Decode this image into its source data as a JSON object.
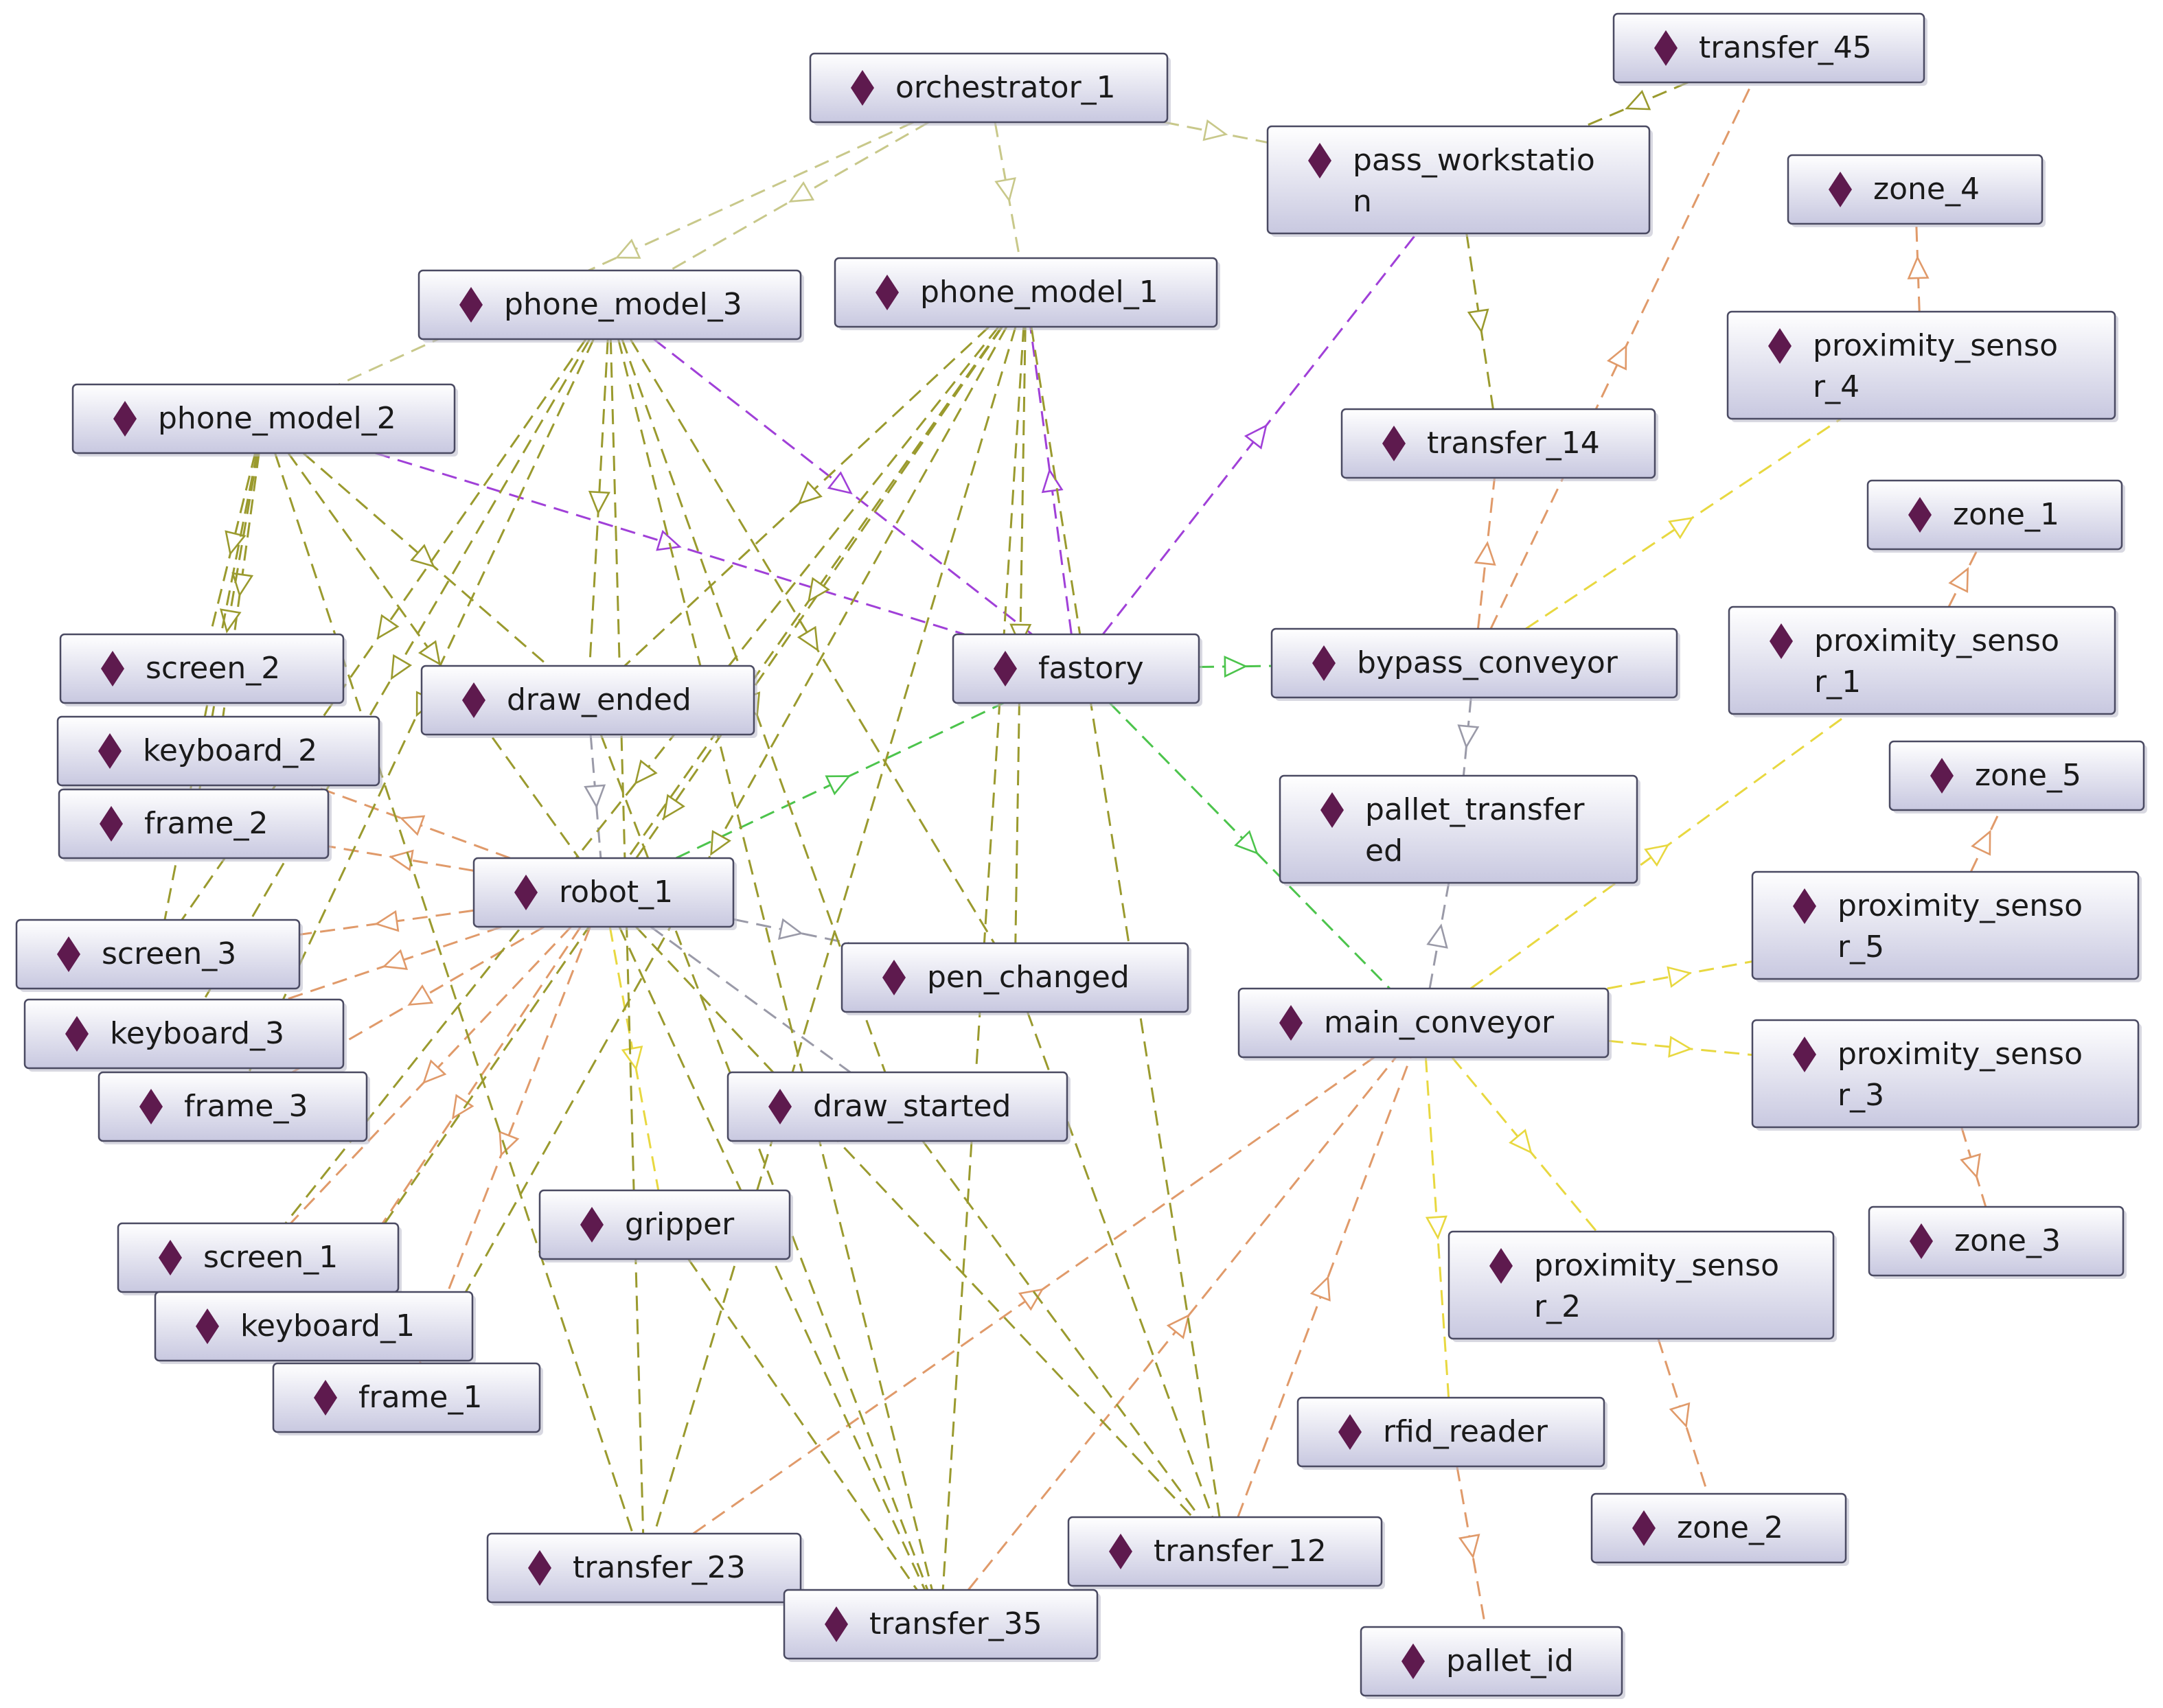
{
  "colors": {
    "node_fill_top": "#ffffff",
    "node_fill_bottom": "#c8c8e0",
    "node_border": "#4a4a62",
    "node_icon": "#5e1a4e",
    "edge_olive": "#9a9a2e",
    "edge_light_olive": "#c8c88a",
    "edge_orange": "#e09a6a",
    "edge_purple": "#a040d8",
    "edge_green": "#4cc44c",
    "edge_gray": "#9a9aa8",
    "edge_yellow": "#e8d840"
  },
  "icon": "diamond-icon",
  "nodes": [
    {
      "id": "orchestrator_1",
      "lines": [
        "orchestrator_1"
      ]
    },
    {
      "id": "transfer_45",
      "lines": [
        "transfer_45"
      ]
    },
    {
      "id": "pass_workstation",
      "lines": [
        "pass_workstatio",
        "n"
      ]
    },
    {
      "id": "zone_4",
      "lines": [
        "zone_4"
      ]
    },
    {
      "id": "phone_model_3",
      "lines": [
        "phone_model_3"
      ]
    },
    {
      "id": "phone_model_1",
      "lines": [
        "phone_model_1"
      ]
    },
    {
      "id": "proximity_sensor_4",
      "lines": [
        "proximity_senso",
        "r_4"
      ]
    },
    {
      "id": "phone_model_2",
      "lines": [
        "phone_model_2"
      ]
    },
    {
      "id": "transfer_14",
      "lines": [
        "transfer_14"
      ]
    },
    {
      "id": "zone_1",
      "lines": [
        "zone_1"
      ]
    },
    {
      "id": "proximity_sensor_1",
      "lines": [
        "proximity_senso",
        "r_1"
      ]
    },
    {
      "id": "screen_2",
      "lines": [
        "screen_2"
      ]
    },
    {
      "id": "fastory",
      "lines": [
        "fastory"
      ]
    },
    {
      "id": "bypass_conveyor",
      "lines": [
        "bypass_conveyor"
      ]
    },
    {
      "id": "draw_ended",
      "lines": [
        "draw_ended"
      ]
    },
    {
      "id": "keyboard_2",
      "lines": [
        "keyboard_2"
      ]
    },
    {
      "id": "zone_5",
      "lines": [
        "zone_5"
      ]
    },
    {
      "id": "pallet_transfered",
      "lines": [
        "pallet_transfer",
        "ed"
      ]
    },
    {
      "id": "frame_2",
      "lines": [
        "frame_2"
      ]
    },
    {
      "id": "robot_1",
      "lines": [
        "robot_1"
      ]
    },
    {
      "id": "proximity_sensor_5",
      "lines": [
        "proximity_senso",
        "r_5"
      ]
    },
    {
      "id": "screen_3",
      "lines": [
        "screen_3"
      ]
    },
    {
      "id": "pen_changed",
      "lines": [
        "pen_changed"
      ]
    },
    {
      "id": "main_conveyor",
      "lines": [
        "main_conveyor"
      ]
    },
    {
      "id": "keyboard_3",
      "lines": [
        "keyboard_3"
      ]
    },
    {
      "id": "proximity_sensor_3",
      "lines": [
        "proximity_senso",
        "r_3"
      ]
    },
    {
      "id": "frame_3",
      "lines": [
        "frame_3"
      ]
    },
    {
      "id": "draw_started",
      "lines": [
        "draw_started"
      ]
    },
    {
      "id": "gripper",
      "lines": [
        "gripper"
      ]
    },
    {
      "id": "zone_3",
      "lines": [
        "zone_3"
      ]
    },
    {
      "id": "screen_1",
      "lines": [
        "screen_1"
      ]
    },
    {
      "id": "proximity_sensor_2",
      "lines": [
        "proximity_senso",
        "r_2"
      ]
    },
    {
      "id": "keyboard_1",
      "lines": [
        "keyboard_1"
      ]
    },
    {
      "id": "frame_1",
      "lines": [
        "frame_1"
      ]
    },
    {
      "id": "rfid_reader",
      "lines": [
        "rfid_reader"
      ]
    },
    {
      "id": "zone_2",
      "lines": [
        "zone_2"
      ]
    },
    {
      "id": "transfer_23",
      "lines": [
        "transfer_23"
      ]
    },
    {
      "id": "transfer_12",
      "lines": [
        "transfer_12"
      ]
    },
    {
      "id": "transfer_35",
      "lines": [
        "transfer_35"
      ]
    },
    {
      "id": "pallet_id",
      "lines": [
        "pallet_id"
      ]
    }
  ],
  "edges": [
    {
      "from": "orchestrator_1",
      "to": "pass_workstation",
      "color": "light_olive",
      "arrow": true
    },
    {
      "from": "orchestrator_1",
      "to": "phone_model_3",
      "color": "light_olive",
      "arrow": true
    },
    {
      "from": "orchestrator_1",
      "to": "phone_model_2",
      "color": "light_olive",
      "arrow": true
    },
    {
      "from": "orchestrator_1",
      "to": "phone_model_1",
      "color": "light_olive",
      "arrow": true
    },
    {
      "from": "transfer_45",
      "to": "pass_workstation",
      "color": "olive",
      "arrow": true
    },
    {
      "from": "pass_workstation",
      "to": "transfer_14",
      "color": "olive",
      "arrow": true
    },
    {
      "from": "fastory",
      "to": "pass_workstation",
      "color": "purple",
      "arrow": true
    },
    {
      "from": "phone_model_3",
      "to": "fastory",
      "color": "purple",
      "arrow": true
    },
    {
      "from": "phone_model_2",
      "to": "fastory",
      "color": "purple",
      "arrow": true
    },
    {
      "from": "fastory",
      "to": "phone_model_1",
      "color": "purple",
      "arrow": true
    },
    {
      "from": "fastory",
      "to": "bypass_conveyor",
      "color": "green",
      "arrow": true
    },
    {
      "from": "fastory",
      "to": "main_conveyor",
      "color": "green",
      "arrow": true
    },
    {
      "from": "robot_1",
      "to": "fastory",
      "color": "green",
      "arrow": true
    },
    {
      "from": "bypass_conveyor",
      "to": "pallet_transfered",
      "color": "gray",
      "arrow": true
    },
    {
      "from": "main_conveyor",
      "to": "pallet_transfered",
      "color": "gray",
      "arrow": true
    },
    {
      "from": "draw_ended",
      "to": "robot_1",
      "color": "gray",
      "arrow": true
    },
    {
      "from": "robot_1",
      "to": "pen_changed",
      "color": "gray",
      "arrow": true
    },
    {
      "from": "robot_1",
      "to": "draw_started",
      "color": "gray",
      "arrow": false
    },
    {
      "from": "bypass_conveyor",
      "to": "transfer_14",
      "color": "orange",
      "arrow": true
    },
    {
      "from": "bypass_conveyor",
      "to": "transfer_45",
      "color": "orange",
      "arrow": true
    },
    {
      "from": "bypass_conveyor",
      "to": "proximity_sensor_4",
      "color": "yellow",
      "arrow": true
    },
    {
      "from": "proximity_sensor_4",
      "to": "zone_4",
      "color": "orange",
      "arrow": true
    },
    {
      "from": "proximity_sensor_1",
      "to": "zone_1",
      "color": "orange",
      "arrow": true
    },
    {
      "from": "proximity_sensor_5",
      "to": "zone_5",
      "color": "orange",
      "arrow": true
    },
    {
      "from": "proximity_sensor_3",
      "to": "zone_3",
      "color": "orange",
      "arrow": true
    },
    {
      "from": "proximity_sensor_2",
      "to": "zone_2",
      "color": "orange",
      "arrow": true
    },
    {
      "from": "main_conveyor",
      "to": "proximity_sensor_1",
      "color": "yellow",
      "arrow": true
    },
    {
      "from": "main_conveyor",
      "to": "proximity_sensor_5",
      "color": "yellow",
      "arrow": true
    },
    {
      "from": "main_conveyor",
      "to": "proximity_sensor_3",
      "color": "yellow",
      "arrow": true
    },
    {
      "from": "main_conveyor",
      "to": "proximity_sensor_2",
      "color": "yellow",
      "arrow": true
    },
    {
      "from": "main_conveyor",
      "to": "rfid_reader",
      "color": "yellow",
      "arrow": true
    },
    {
      "from": "robot_1",
      "to": "gripper",
      "color": "yellow",
      "arrow": true
    },
    {
      "from": "rfid_reader",
      "to": "pallet_id",
      "color": "orange",
      "arrow": true
    },
    {
      "from": "transfer_12",
      "to": "main_conveyor",
      "color": "orange",
      "arrow": true
    },
    {
      "from": "transfer_23",
      "to": "main_conveyor",
      "color": "orange",
      "arrow": true
    },
    {
      "from": "transfer_35",
      "to": "main_conveyor",
      "color": "orange",
      "arrow": true
    },
    {
      "from": "robot_1",
      "to": "keyboard_2",
      "color": "orange",
      "arrow": true
    },
    {
      "from": "robot_1",
      "to": "frame_2",
      "color": "orange",
      "arrow": true
    },
    {
      "from": "robot_1",
      "to": "screen_3",
      "color": "orange",
      "arrow": true
    },
    {
      "from": "robot_1",
      "to": "keyboard_3",
      "color": "orange",
      "arrow": true
    },
    {
      "from": "robot_1",
      "to": "frame_3",
      "color": "orange",
      "arrow": true
    },
    {
      "from": "robot_1",
      "to": "screen_1",
      "color": "orange",
      "arrow": true
    },
    {
      "from": "robot_1",
      "to": "keyboard_1",
      "color": "orange",
      "arrow": true
    },
    {
      "from": "robot_1",
      "to": "frame_1",
      "color": "orange",
      "arrow": true
    },
    {
      "from": "phone_model_2",
      "to": "screen_2",
      "color": "olive",
      "arrow": true
    },
    {
      "from": "phone_model_2",
      "to": "keyboard_2",
      "color": "olive",
      "arrow": true
    },
    {
      "from": "phone_model_2",
      "to": "frame_2",
      "color": "olive",
      "arrow": true
    },
    {
      "from": "phone_model_2",
      "to": "draw_ended",
      "color": "olive",
      "arrow": true
    },
    {
      "from": "phone_model_2",
      "to": "robot_1",
      "color": "olive",
      "arrow": true
    },
    {
      "from": "phone_model_2",
      "to": "transfer_23",
      "color": "olive",
      "arrow": false
    },
    {
      "from": "phone_model_2",
      "to": "screen_3",
      "color": "olive",
      "arrow": false
    },
    {
      "from": "phone_model_3",
      "to": "screen_3",
      "color": "olive",
      "arrow": true
    },
    {
      "from": "phone_model_3",
      "to": "keyboard_3",
      "color": "olive",
      "arrow": true
    },
    {
      "from": "phone_model_3",
      "to": "frame_3",
      "color": "olive",
      "arrow": true
    },
    {
      "from": "phone_model_3",
      "to": "draw_ended",
      "color": "olive",
      "arrow": true
    },
    {
      "from": "phone_model_3",
      "to": "draw_started",
      "color": "olive",
      "arrow": true
    },
    {
      "from": "phone_model_3",
      "to": "pen_changed",
      "color": "olive",
      "arrow": true
    },
    {
      "from": "phone_model_3",
      "to": "transfer_23",
      "color": "olive",
      "arrow": false
    },
    {
      "from": "phone_model_3",
      "to": "transfer_35",
      "color": "olive",
      "arrow": false
    },
    {
      "from": "phone_model_1",
      "to": "screen_1",
      "color": "olive",
      "arrow": true
    },
    {
      "from": "phone_model_1",
      "to": "keyboard_1",
      "color": "olive",
      "arrow": true
    },
    {
      "from": "phone_model_1",
      "to": "frame_1",
      "color": "olive",
      "arrow": true
    },
    {
      "from": "phone_model_1",
      "to": "draw_ended",
      "color": "olive",
      "arrow": true
    },
    {
      "from": "phone_model_1",
      "to": "robot_1",
      "color": "olive",
      "arrow": true
    },
    {
      "from": "phone_model_1",
      "to": "pen_changed",
      "color": "olive",
      "arrow": true
    },
    {
      "from": "phone_model_1",
      "to": "transfer_12",
      "color": "olive",
      "arrow": false
    },
    {
      "from": "phone_model_1",
      "to": "transfer_35",
      "color": "olive",
      "arrow": false
    },
    {
      "from": "phone_model_1",
      "to": "transfer_23",
      "color": "olive",
      "arrow": false
    },
    {
      "from": "robot_1",
      "to": "transfer_35",
      "color": "olive",
      "arrow": false
    },
    {
      "from": "robot_1",
      "to": "transfer_12",
      "color": "olive",
      "arrow": false
    },
    {
      "from": "gripper",
      "to": "transfer_35",
      "color": "olive",
      "arrow": false
    },
    {
      "from": "draw_started",
      "to": "transfer_12",
      "color": "olive",
      "arrow": false
    },
    {
      "from": "pen_changed",
      "to": "transfer_12",
      "color": "olive",
      "arrow": false
    },
    {
      "from": "draw_ended",
      "to": "transfer_35",
      "color": "olive",
      "arrow": false
    }
  ]
}
